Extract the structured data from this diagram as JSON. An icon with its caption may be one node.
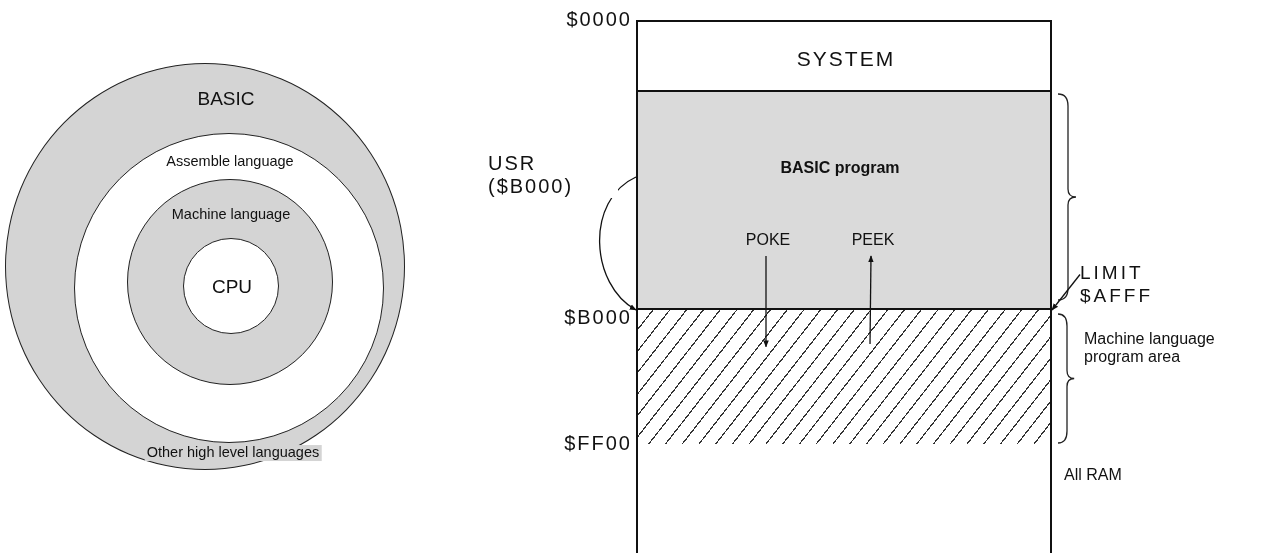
{
  "diagram": {
    "nodes": [
      {
        "text": [
          "BASIC",
          "Other high level languages"
        ]
      },
      {
        "text": [
          "Assemble language"
        ],
        "in": 0
      },
      {
        "text": [
          "Machine language"
        ],
        "in": 1
      },
      {
        "text": [
          "CPU"
        ],
        "in": 2
      },
      {
        "text": [
          "SYSTEM"
        ]
      },
      {
        "text": [
          "BASIC program"
        ]
      },
      {
        "text": [
          "POKE"
        ],
        "in": 5
      },
      {
        "text": [
          "PEEK"
        ],
        "in": 5
      },
      {
        "text": [],
        "shape": "box"
      },
      {
        "text": [
          "LIMIT $AFFF"
        ]
      },
      {
        "text": [],
        "shape": "box"
      }
    ],
    "edges": [
      {
        "from": 5,
        "to": 8,
        "arrow": "to",
        "label": "USR ($B000)"
      },
      {
        "from": 6,
        "to": 8,
        "arrow": "to"
      },
      {
        "from": 8,
        "to": 7,
        "arrow": "to"
      },
      {
        "from": 9,
        "to": 8,
        "arrow": "to"
      }
    ],
    "labels": [
      "$0000",
      "$B000",
      "$FF00",
      "Machine language program area",
      "All RAM"
    ]
  }
}
